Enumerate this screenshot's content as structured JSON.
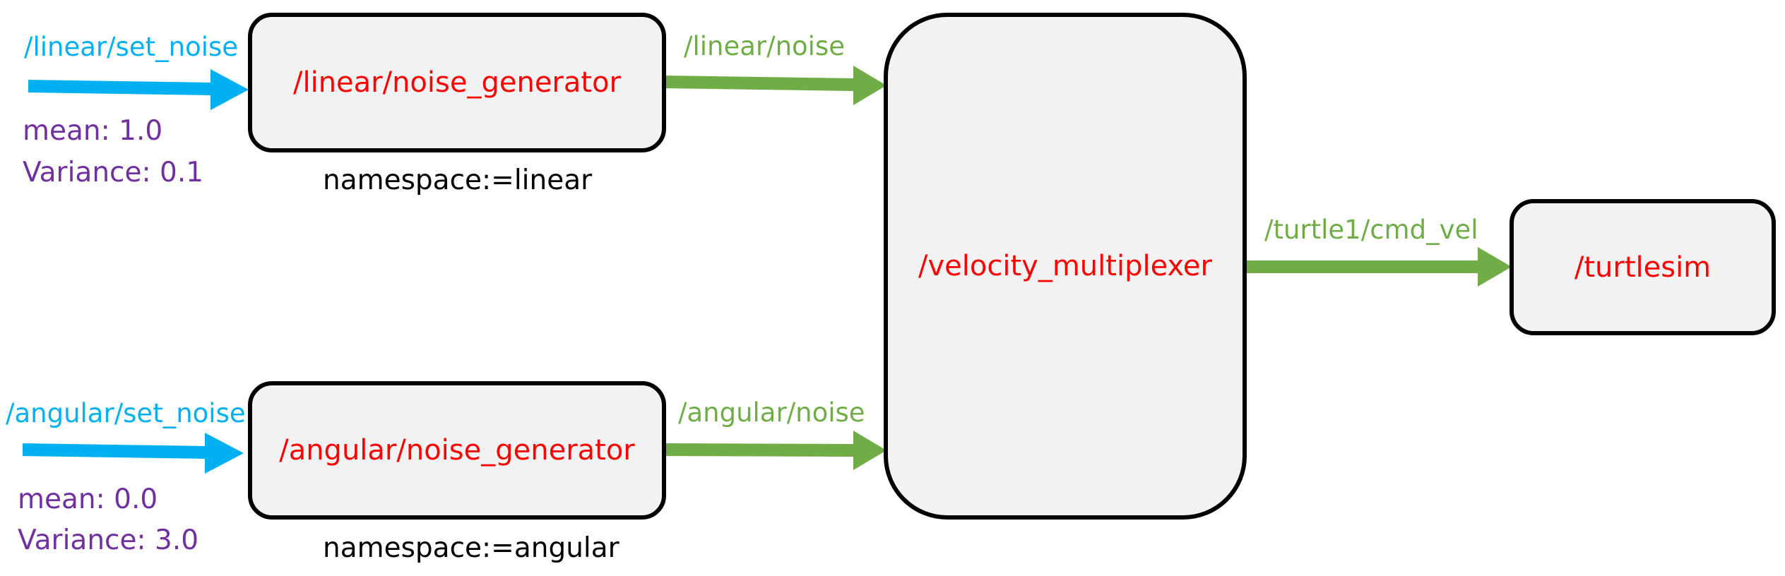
{
  "colors": {
    "node_text": "#ff0000",
    "node_fill": "#f2f2f2",
    "node_border": "#000000",
    "input_topic": "#00b0f0",
    "output_topic": "#70ad47",
    "params": "#7030a0",
    "namespace": "#000000"
  },
  "nodes": {
    "linear_noise_generator": "/linear/noise_generator",
    "angular_noise_generator": "/angular/noise_generator",
    "velocity_multiplexer": "/velocity_multiplexer",
    "turtlesim": "/turtlesim"
  },
  "topics": {
    "linear_set_noise": "/linear/set_noise",
    "angular_set_noise": "/angular/set_noise",
    "linear_noise": "/linear/noise",
    "angular_noise": "/angular/noise",
    "turtle1_cmd_vel": "/turtle1/cmd_vel"
  },
  "params": {
    "linear_mean": "mean: 1.0",
    "linear_variance": "Variance: 0.1",
    "angular_mean": "mean: 0.0",
    "angular_variance": "Variance: 3.0"
  },
  "namespaces": {
    "linear": "namespace:=linear",
    "angular": "namespace:=angular"
  }
}
